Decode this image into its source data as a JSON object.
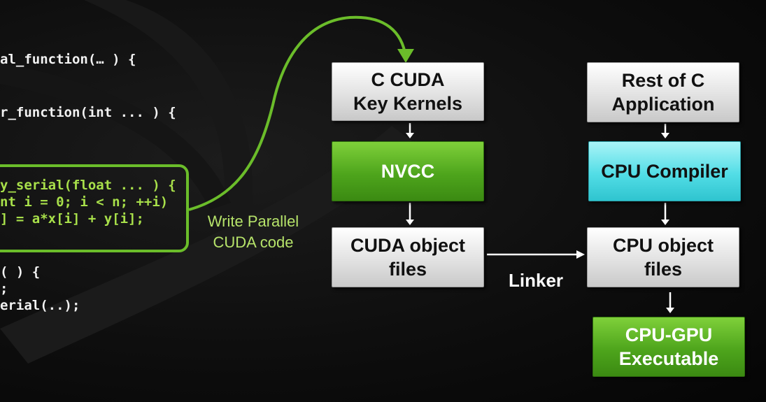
{
  "code_lines": [
    "al_function(… ) {",
    "r_function(int ... ) {",
    "y_serial(float ... ) {",
    "nt i = 0; i < n; ++i)",
    "] = a*x[i] + y[i];",
    "( ) {",
    ";",
    "erial(..);"
  ],
  "note": {
    "line1": "Write Parallel",
    "line2": "CUDA code"
  },
  "boxes": {
    "cuda_kernels": {
      "line1": "C CUDA",
      "line2": "Key Kernels"
    },
    "nvcc": "NVCC",
    "cuda_objects": {
      "line1": "CUDA object",
      "line2": "files"
    },
    "rest_of_c": {
      "line1": "Rest of C",
      "line2": "Application"
    },
    "cpu_compiler": "CPU Compiler",
    "cpu_objects": {
      "line1": "CPU object",
      "line2": "files"
    },
    "executable": {
      "line1": "CPU-GPU",
      "line2": "Executable"
    }
  },
  "linker_label": "Linker",
  "colors": {
    "accent_green": "#76b900",
    "compiler_cyan": "#52dde6",
    "box_grey": "#e2e2e2"
  }
}
